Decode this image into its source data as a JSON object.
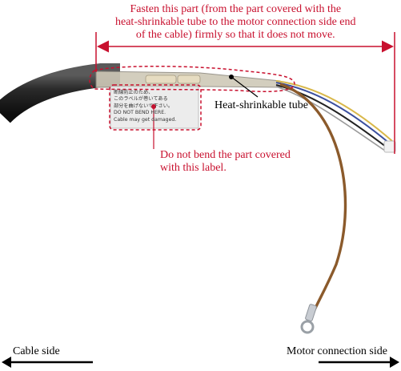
{
  "annotations": {
    "fasten_note": {
      "lines": [
        "Fasten this part (from the part covered with the",
        "heat-shrinkable tube to the motor connection side end",
        "of the cable) firmly so that it does not move."
      ]
    },
    "heat_tube_label": "Heat-shrinkable tube",
    "bend_note": {
      "lines": [
        "Do not bend the part covered",
        "with this label."
      ]
    },
    "cable_side": "Cable side",
    "motor_side": "Motor connection side"
  },
  "warning_label": {
    "lines": [
      "断線防止のため、",
      "このラベルが巻いてある",
      "部分を曲げないで下さい。",
      "DO NOT BEND HERE.",
      "Cable may get damaged."
    ]
  },
  "colors": {
    "annotation_red": "#c8102e",
    "cable_black": "#1f1f1f",
    "brown_wire": "#8b5a2b",
    "tube_clear": "#c9c2ae"
  }
}
